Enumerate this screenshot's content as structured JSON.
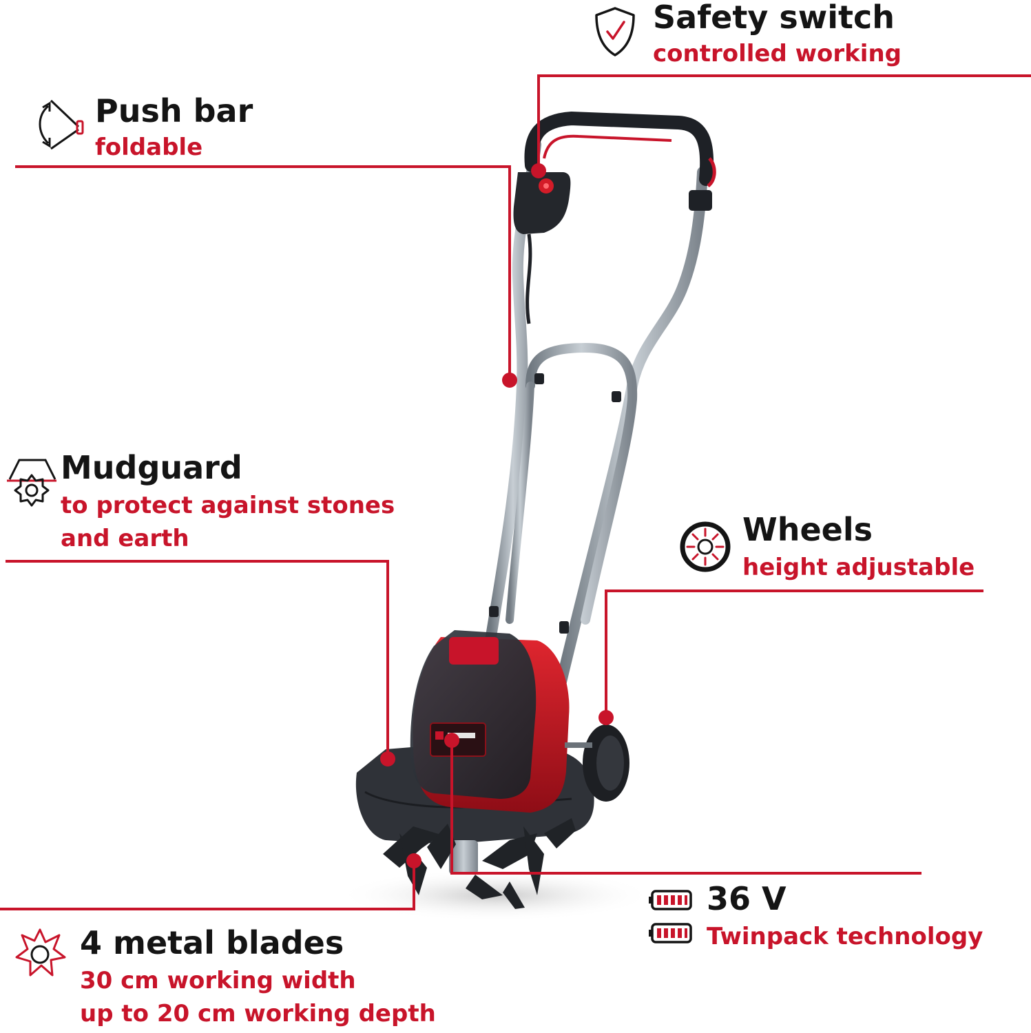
{
  "features": {
    "safety": {
      "title": "Safety switch",
      "subtitle": "controlled working",
      "icon": "shield-check-icon"
    },
    "pushbar": {
      "title": "Push bar",
      "subtitle": "foldable",
      "icon": "fold-arrow-icon"
    },
    "mudguard": {
      "title": "Mudguard",
      "subtitle_line1": "to protect against stones",
      "subtitle_line2": "and earth",
      "icon": "mudguard-gear-icon"
    },
    "wheels": {
      "title": "Wheels",
      "subtitle": "height adjustable",
      "icon": "wheel-icon"
    },
    "voltage": {
      "title": "36 V",
      "subtitle": "Twinpack technology",
      "icon": "battery-icon"
    },
    "blades": {
      "title": "4 metal blades",
      "subtitle_line1": "30 cm working width",
      "subtitle_line2": "up to 20 cm working depth",
      "icon": "blade-star-icon"
    }
  },
  "colors": {
    "accent": "#c8142a",
    "text": "#141414",
    "frame": "#9aa3ab",
    "body": "#2a2d33"
  }
}
